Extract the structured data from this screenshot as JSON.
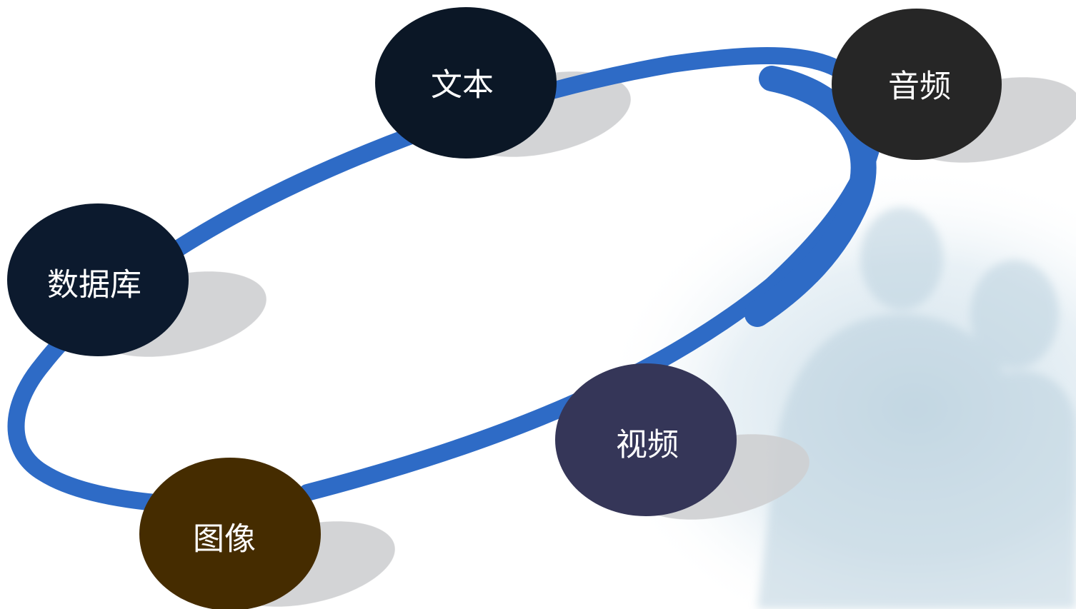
{
  "nodes": [
    {
      "id": "wenben",
      "label": "文本",
      "color": "#0b1726"
    },
    {
      "id": "yinpin",
      "label": "音频",
      "color": "#262626"
    },
    {
      "id": "shujuku",
      "label": "数据库",
      "color": "#0c1a2e"
    },
    {
      "id": "shipin",
      "label": "视频",
      "color": "#353658"
    },
    {
      "id": "tuxiang",
      "label": "图像",
      "color": "#452c00"
    }
  ],
  "colors": {
    "ring": "#2e6bc6",
    "shadow": "#cfd0d2",
    "background_photo_tint": "#cfe0ea"
  }
}
